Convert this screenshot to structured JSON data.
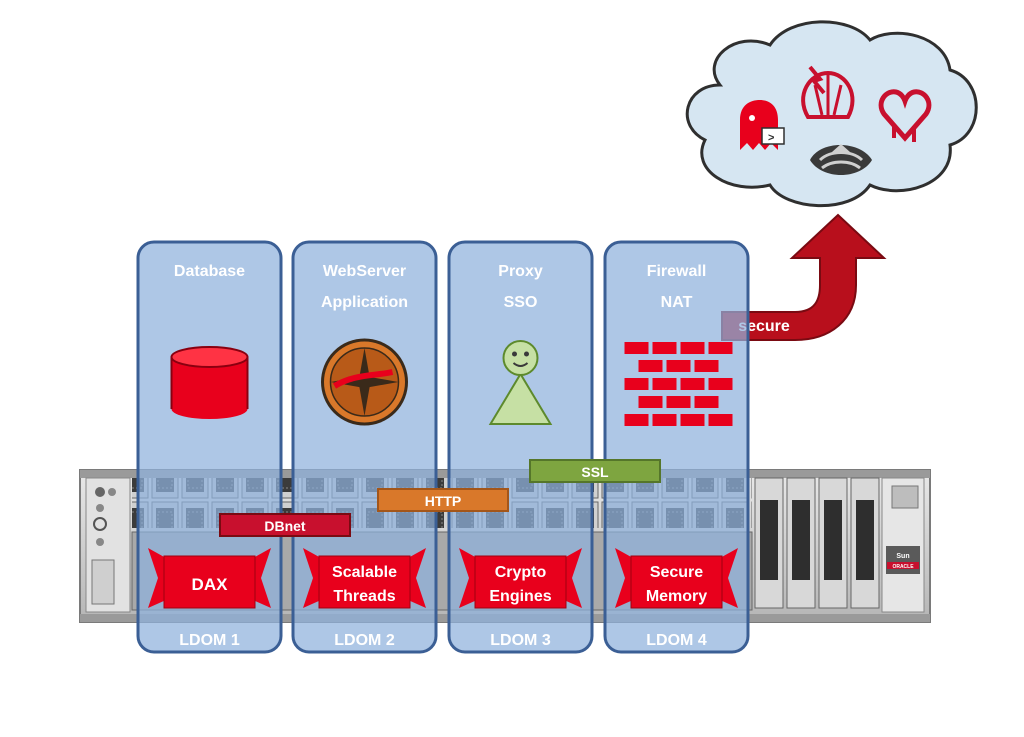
{
  "ldoms": [
    {
      "title_lines": [
        "Database"
      ],
      "feature_lines": [
        "DAX"
      ],
      "footer": "LDOM 1",
      "icon": "database-cylinder-icon"
    },
    {
      "title_lines": [
        "WebServer",
        "Application"
      ],
      "feature_lines": [
        "Scalable",
        "Threads"
      ],
      "footer": "LDOM 2",
      "icon": "webserver-compass-icon"
    },
    {
      "title_lines": [
        "Proxy",
        "SSO"
      ],
      "feature_lines": [
        "Crypto",
        "Engines"
      ],
      "footer": "LDOM 3",
      "icon": "user-figure-icon"
    },
    {
      "title_lines": [
        "Firewall",
        "NAT"
      ],
      "feature_lines": [
        "Secure",
        "Memory"
      ],
      "footer": "LDOM 4",
      "icon": "brick-wall-icon"
    }
  ],
  "connectors": {
    "dbnet": "DBnet",
    "http": "HTTP",
    "ssl": "SSL"
  },
  "arrow": {
    "label": "secure"
  },
  "cloud": {
    "icons": [
      "ghost-bug-icon",
      "shellshock-icon",
      "heartbleed-icon",
      "venom-snake-icon"
    ]
  },
  "server": {
    "badge_brand": "Sun",
    "badge_vendor": "ORACLE"
  },
  "colors": {
    "panel_fill": "#8fb1dc",
    "panel_border": "#3b5f95",
    "feature_red": "#e8001c",
    "cloud_fill": "#d6e6f2",
    "arrow_red": "#b80f1c",
    "http_orange": "#d9782a",
    "ssl_green": "#7ea540",
    "dbnet_red": "#c8102e"
  }
}
